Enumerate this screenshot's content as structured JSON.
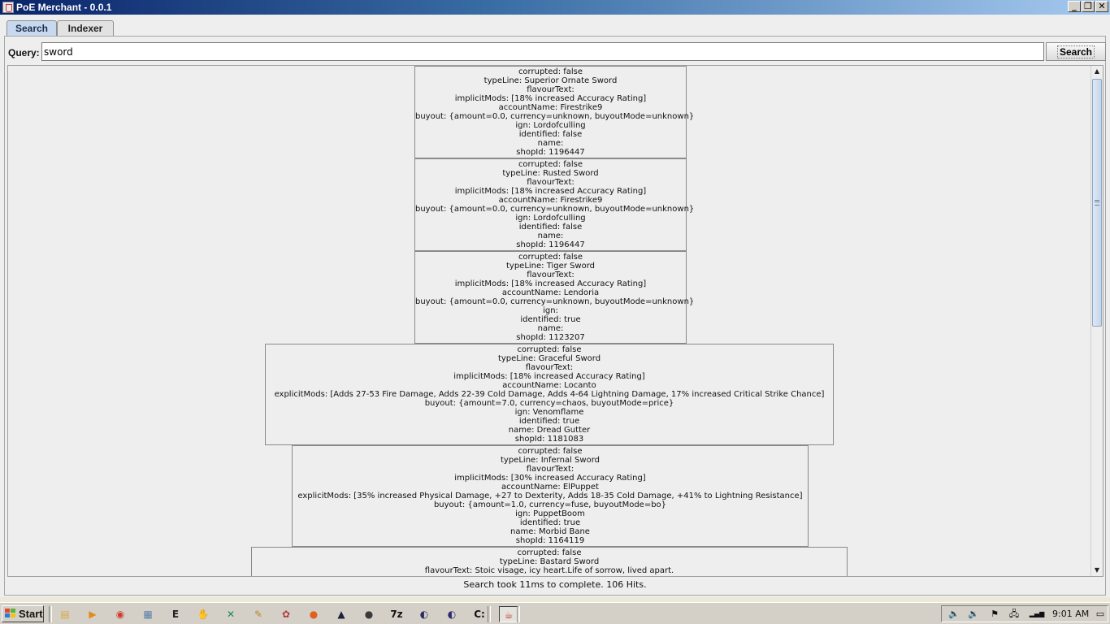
{
  "window": {
    "title": "PoE Merchant - 0.0.1",
    "controls": {
      "minimize": "_",
      "maximize": "❐",
      "close": "✕"
    }
  },
  "tabs": [
    {
      "label": "Search",
      "active": true
    },
    {
      "label": "Indexer",
      "active": false
    }
  ],
  "search": {
    "label": "Query:",
    "value": "sword",
    "button_label": "Search"
  },
  "results": [
    {
      "lines": [
        "corrupted: false",
        "typeLine: Superior Ornate Sword",
        "flavourText:",
        "implicitMods: [18% increased Accuracy Rating]",
        "accountName: Firestrike9",
        "buyout: {amount=0.0, currency=unknown, buyoutMode=unknown}",
        "ign: Lordofculling",
        "identified: false",
        "name:",
        "shopId: 1196447"
      ]
    },
    {
      "lines": [
        "corrupted: false",
        "typeLine: Rusted Sword",
        "flavourText:",
        "implicitMods: [18% increased Accuracy Rating]",
        "accountName: Firestrike9",
        "buyout: {amount=0.0, currency=unknown, buyoutMode=unknown}",
        "ign: Lordofculling",
        "identified: false",
        "name:",
        "shopId: 1196447"
      ]
    },
    {
      "lines": [
        "corrupted: false",
        "typeLine: Tiger Sword",
        "flavourText:",
        "implicitMods: [18% increased Accuracy Rating]",
        "accountName: Lendoria",
        "buyout: {amount=0.0, currency=unknown, buyoutMode=unknown}",
        "ign:",
        "identified: true",
        "name:",
        "shopId: 1123207"
      ]
    },
    {
      "lines": [
        "corrupted: false",
        "typeLine: Graceful Sword",
        "flavourText:",
        "implicitMods: [18% increased Accuracy Rating]",
        "accountName: Locanto",
        "explicitMods: [Adds 27-53 Fire Damage, Adds 22-39 Cold Damage, Adds 4-64 Lightning Damage, 17% increased Critical Strike Chance]",
        "buyout: {amount=7.0, currency=chaos, buyoutMode=price}",
        "ign: Venomflame",
        "identified: true",
        "name: Dread Gutter",
        "shopId: 1181083"
      ]
    },
    {
      "lines": [
        "corrupted: false",
        "typeLine: Infernal Sword",
        "flavourText:",
        "implicitMods: [30% increased Accuracy Rating]",
        "accountName: ElPuppet",
        "explicitMods: [35% increased Physical Damage, +27 to Dexterity, Adds 18-35 Cold Damage, +41% to Lightning Resistance]",
        "buyout: {amount=1.0, currency=fuse, buyoutMode=bo}",
        "ign: PuppetBoom",
        "identified: true",
        "name: Morbid Bane",
        "shopId: 1164119"
      ]
    },
    {
      "lines": [
        "corrupted: false",
        "typeLine: Bastard Sword",
        "flavourText: Stoic visage, icy heart.Life of sorrow, lived apart."
      ]
    }
  ],
  "status": "Search took 11ms to complete.  106 Hits.",
  "taskbar": {
    "start_label": "Start",
    "apps": [
      {
        "name": "folder-icon",
        "glyph": "▤",
        "color": "#d8a93a"
      },
      {
        "name": "media-player-icon",
        "glyph": "▶",
        "color": "#e38a1c"
      },
      {
        "name": "chrome-icon",
        "glyph": "◉",
        "color": "#d23b2c"
      },
      {
        "name": "calculator-icon",
        "glyph": "▦",
        "color": "#5a7fa8"
      },
      {
        "name": "editor-e-icon",
        "glyph": "E",
        "color": "#222222"
      },
      {
        "name": "hand-tool-icon",
        "glyph": "✋",
        "color": "#6d7b8a"
      },
      {
        "name": "xampp-icon",
        "glyph": "✕",
        "color": "#1c8a4c"
      },
      {
        "name": "notepad-icon",
        "glyph": "✎",
        "color": "#b58a2a"
      },
      {
        "name": "paint-icon",
        "glyph": "✿",
        "color": "#b03a3a"
      },
      {
        "name": "firefox-icon",
        "glyph": "●",
        "color": "#e0601c"
      },
      {
        "name": "hat-icon",
        "glyph": "▲",
        "color": "#202040"
      },
      {
        "name": "game-icon",
        "glyph": "●",
        "color": "#3a3a3a"
      },
      {
        "name": "7zip-icon",
        "glyph": "7z",
        "color": "#111111"
      },
      {
        "name": "eclipse-icon",
        "glyph": "◐",
        "color": "#2a2a6a"
      },
      {
        "name": "eclipse-2-icon",
        "glyph": "◐",
        "color": "#2a2a6a"
      },
      {
        "name": "cmd-icon",
        "glyph": "C:",
        "color": "#111111"
      },
      {
        "name": "java-app-icon",
        "glyph": "☕",
        "color": "#c0392b"
      }
    ],
    "tray": [
      {
        "name": "volume-icon",
        "glyph": "🔈"
      },
      {
        "name": "speaker-icon",
        "glyph": "🔉"
      },
      {
        "name": "flag-icon",
        "glyph": "⚑"
      },
      {
        "name": "network-icon",
        "glyph": "🖧"
      },
      {
        "name": "signal-icon",
        "glyph": "▂▄▆"
      },
      {
        "name": "show-desktop-icon",
        "glyph": "▭"
      }
    ],
    "clock": "9:01 AM"
  }
}
